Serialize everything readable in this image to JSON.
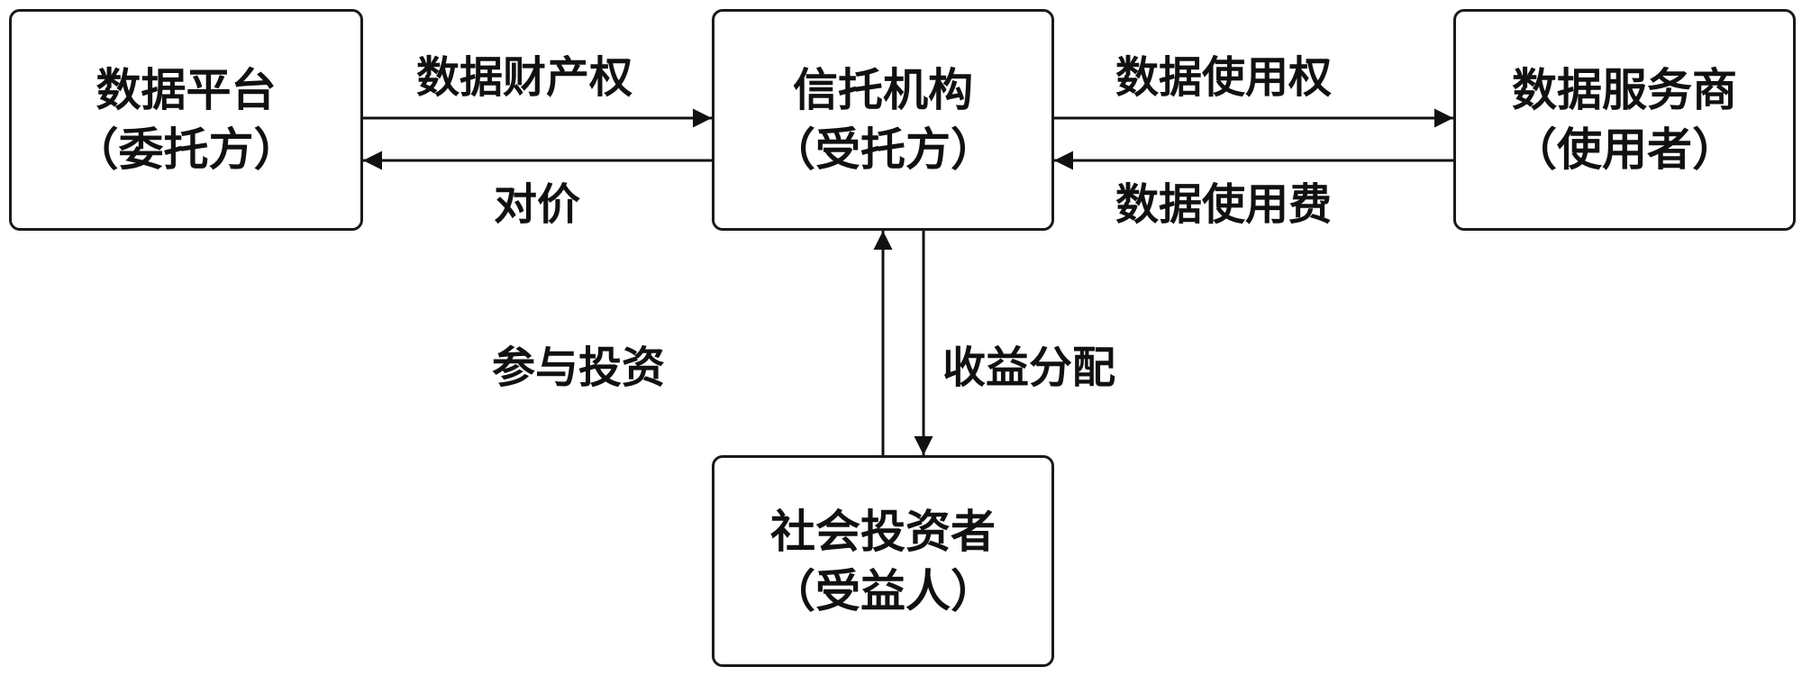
{
  "nodes": {
    "platform": {
      "name": "数据平台",
      "role": "（委托方）"
    },
    "trust": {
      "name": "信托机构",
      "role": "（受托方）"
    },
    "provider": {
      "name": "数据服务商",
      "role": "（使用者）"
    },
    "investor": {
      "name": "社会投资者",
      "role": "（受益人）"
    }
  },
  "edges": {
    "property_right": "数据财产权",
    "payment": "对价",
    "use_right": "数据使用权",
    "use_fee": "数据使用费",
    "investment": "参与投资",
    "profit_distribution": "收益分配"
  }
}
